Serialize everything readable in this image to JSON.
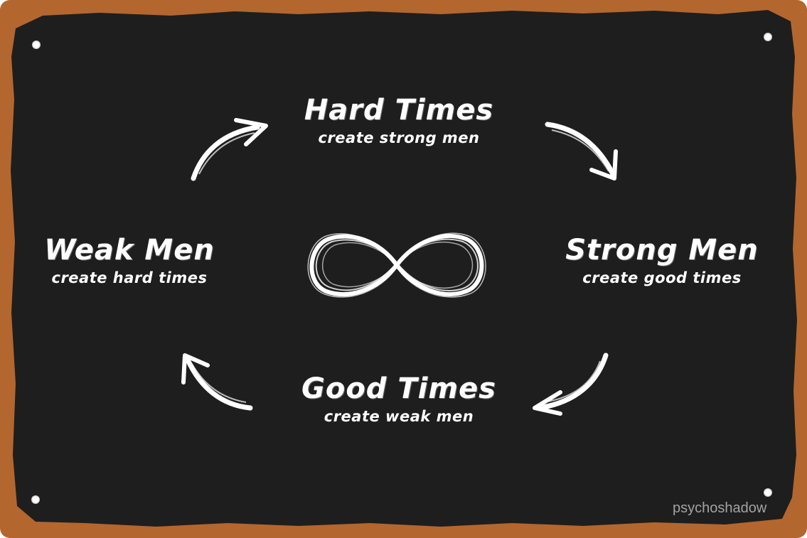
{
  "colors": {
    "board": "#1e1e1e",
    "rust": "#b4662f",
    "text": "#ffffff"
  },
  "cycle": {
    "top": {
      "title": "Hard Times",
      "subtitle": "create strong men"
    },
    "right": {
      "title": "Strong Men",
      "subtitle": "create good times"
    },
    "bottom": {
      "title": "Good Times",
      "subtitle": "create weak men"
    },
    "left": {
      "title": "Weak Men",
      "subtitle": "create hard times"
    }
  },
  "center_icon": "infinity-icon",
  "arrows": [
    "arrow-up-right-icon",
    "arrow-down-right-icon",
    "arrow-down-left-icon",
    "arrow-up-left-icon"
  ],
  "watermark": "psychoshadow"
}
